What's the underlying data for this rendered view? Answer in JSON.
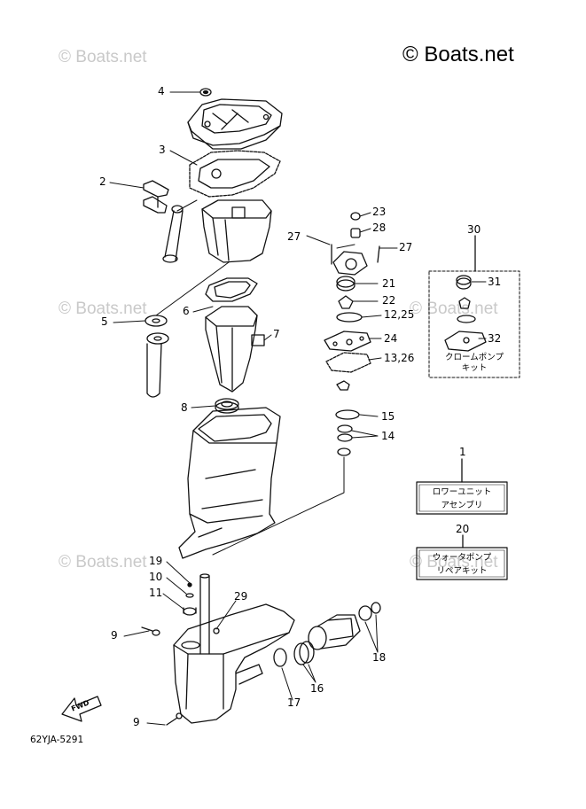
{
  "watermark": "© Boats.net",
  "copyright": "© Boats.net",
  "fwd_label": "FWD",
  "diagram_code": "62YJA-5291",
  "callouts": [
    {
      "id": "c4",
      "label": "4"
    },
    {
      "id": "c3",
      "label": "3"
    },
    {
      "id": "c2",
      "label": "2"
    },
    {
      "id": "c5",
      "label": "5"
    },
    {
      "id": "c6",
      "label": "6"
    },
    {
      "id": "c7",
      "label": "7"
    },
    {
      "id": "c8",
      "label": "8"
    },
    {
      "id": "c23",
      "label": "23"
    },
    {
      "id": "c28",
      "label": "28"
    },
    {
      "id": "c27a",
      "label": "27"
    },
    {
      "id": "c27b",
      "label": "27"
    },
    {
      "id": "c30",
      "label": "30"
    },
    {
      "id": "c31",
      "label": "31"
    },
    {
      "id": "c21",
      "label": "21"
    },
    {
      "id": "c22",
      "label": "22"
    },
    {
      "id": "c1225",
      "label": "12,25"
    },
    {
      "id": "c24",
      "label": "24"
    },
    {
      "id": "c32",
      "label": "32"
    },
    {
      "id": "c1326",
      "label": "13,26"
    },
    {
      "id": "c15",
      "label": "15"
    },
    {
      "id": "c14",
      "label": "14"
    },
    {
      "id": "c1",
      "label": "1"
    },
    {
      "id": "c20",
      "label": "20"
    },
    {
      "id": "c19",
      "label": "19"
    },
    {
      "id": "c10",
      "label": "10"
    },
    {
      "id": "c11",
      "label": "11"
    },
    {
      "id": "c29",
      "label": "29"
    },
    {
      "id": "c9a",
      "label": "9"
    },
    {
      "id": "c9b",
      "label": "9"
    },
    {
      "id": "c18",
      "label": "18"
    },
    {
      "id": "c16",
      "label": "16"
    },
    {
      "id": "c17",
      "label": "17"
    }
  ],
  "boxes": {
    "chrome_pump_kit": [
      "クロームポンプ",
      "キット"
    ],
    "lower_unit_assembly": [
      "ロワーユニット",
      "アセンブリ"
    ],
    "water_pump_repair_kit": [
      "ウォータポンプ",
      "リペアキット"
    ]
  }
}
